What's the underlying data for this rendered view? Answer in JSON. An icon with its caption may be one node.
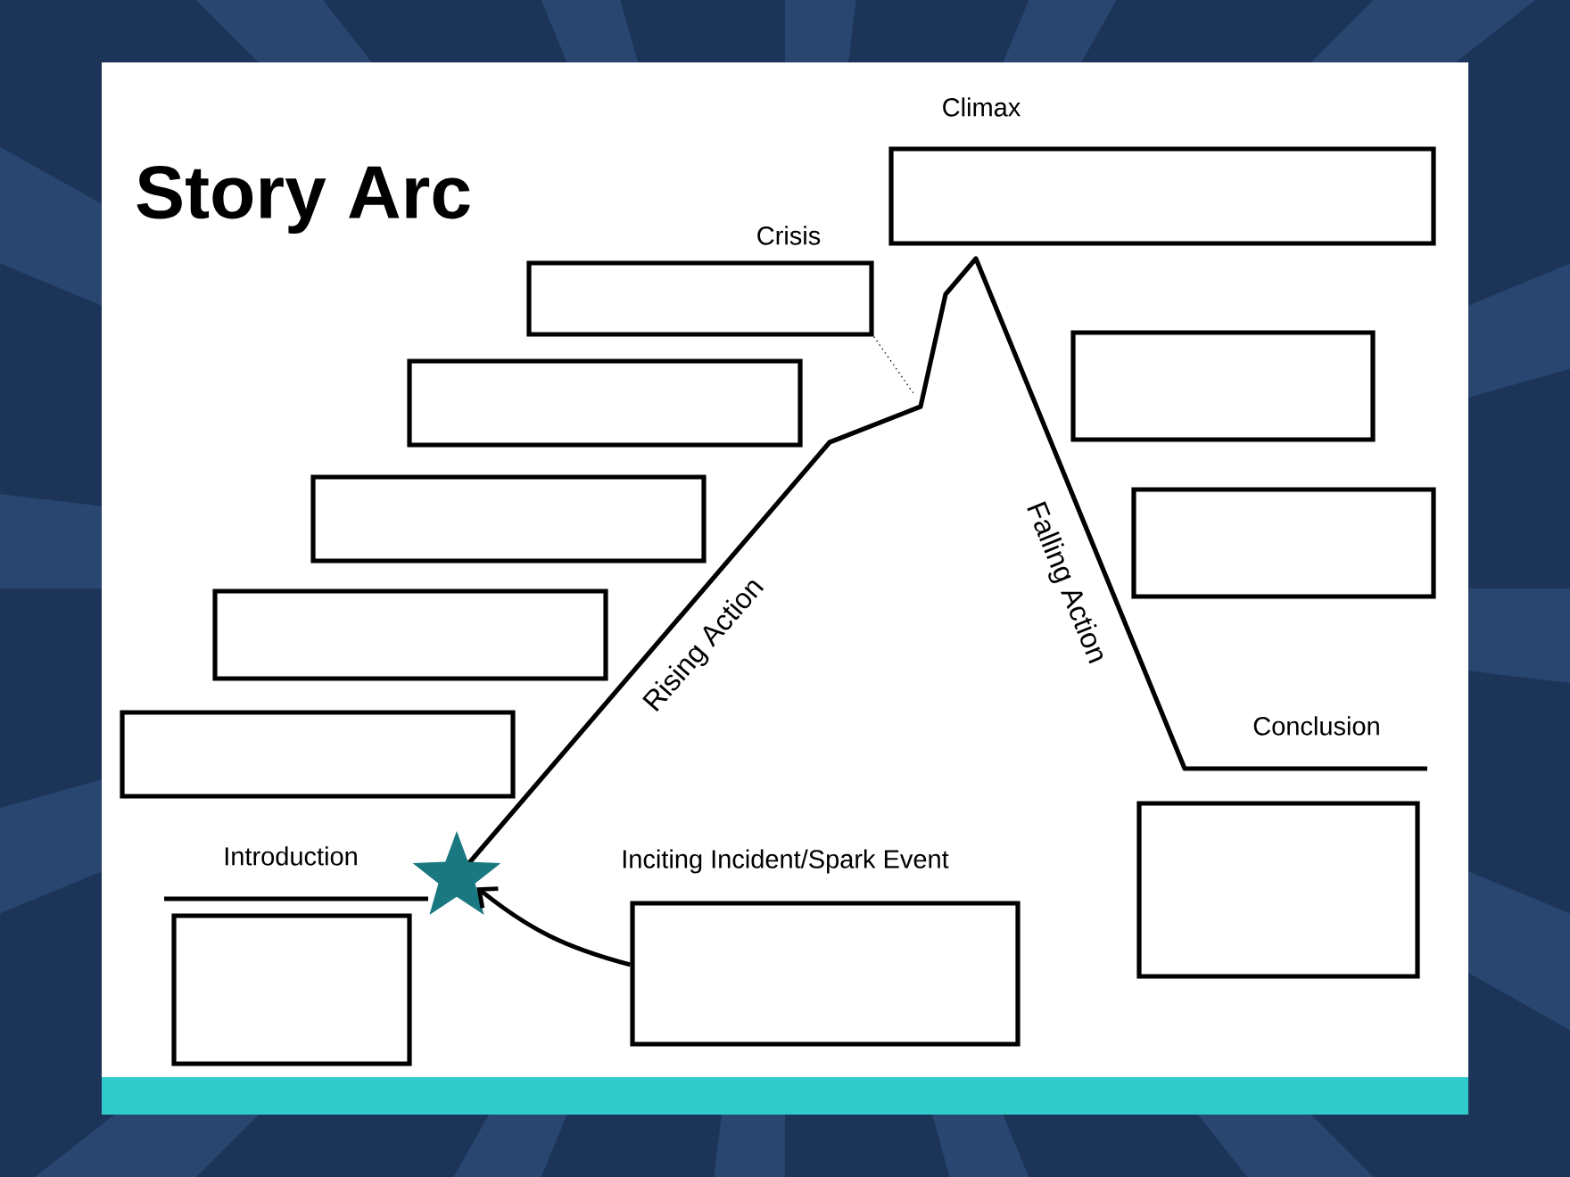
{
  "diagram": {
    "title": "Story Arc",
    "nodes": [
      {
        "text": [
          "Climax"
        ]
      },
      {
        "text": [
          "Crisis"
        ]
      },
      {
        "text": [],
        "shape": "box"
      },
      {
        "text": [],
        "shape": "box"
      },
      {
        "text": [],
        "shape": "box"
      },
      {
        "text": [],
        "shape": "box"
      },
      {
        "text": [],
        "shape": "box"
      },
      {
        "text": [],
        "shape": "box"
      },
      {
        "text": [
          "Conclusion"
        ]
      },
      {
        "text": [
          "Introduction"
        ]
      },
      {
        "text": [
          "Inciting Incident/Spark Event"
        ]
      },
      {
        "text": [],
        "shape": "star"
      }
    ],
    "edges": [
      {
        "from": 10,
        "to": 11,
        "arrow": "to",
        "style": "thick"
      },
      {
        "from": 1,
        "to": null,
        "arrow": "none",
        "style": "dashed"
      }
    ],
    "labels": [
      "Rising Action",
      "Falling Action"
    ]
  }
}
